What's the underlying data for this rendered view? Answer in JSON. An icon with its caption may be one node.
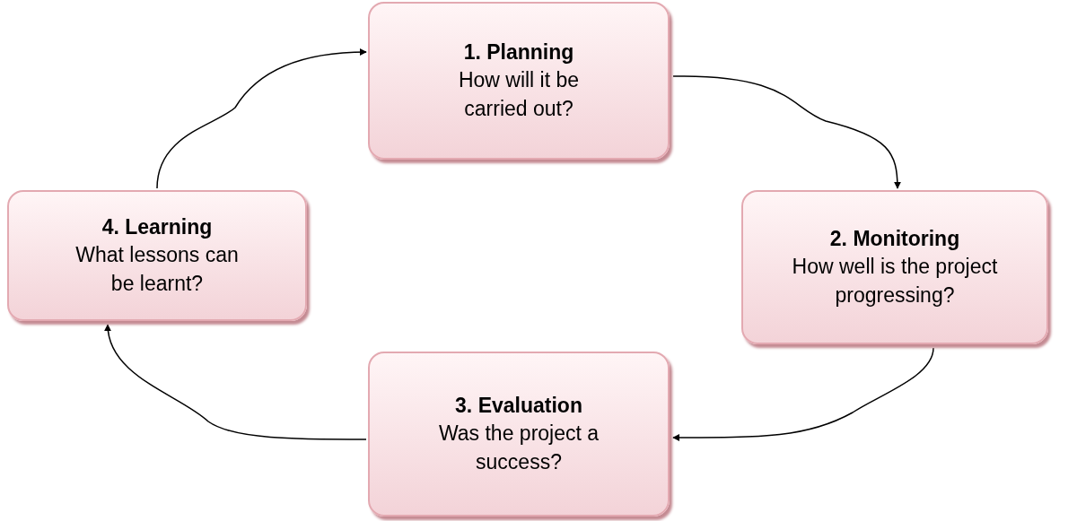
{
  "diagram": {
    "nodes": [
      {
        "text": [
          "1. Planning",
          "How will it be carried out?"
        ]
      },
      {
        "text": [
          "2. Monitoring",
          "How well is the project progressing?"
        ]
      },
      {
        "text": [
          "3. Evaluation",
          "Was the project a success?"
        ]
      },
      {
        "text": [
          "4. Learning",
          "What lessons can be learnt?"
        ]
      }
    ],
    "edges": [
      {
        "from": 3,
        "to": 0,
        "arrow": "to"
      },
      {
        "from": 0,
        "to": 1,
        "arrow": "to"
      },
      {
        "from": 1,
        "to": 2,
        "arrow": "to"
      },
      {
        "from": 2,
        "to": 3,
        "arrow": "to"
      }
    ]
  }
}
